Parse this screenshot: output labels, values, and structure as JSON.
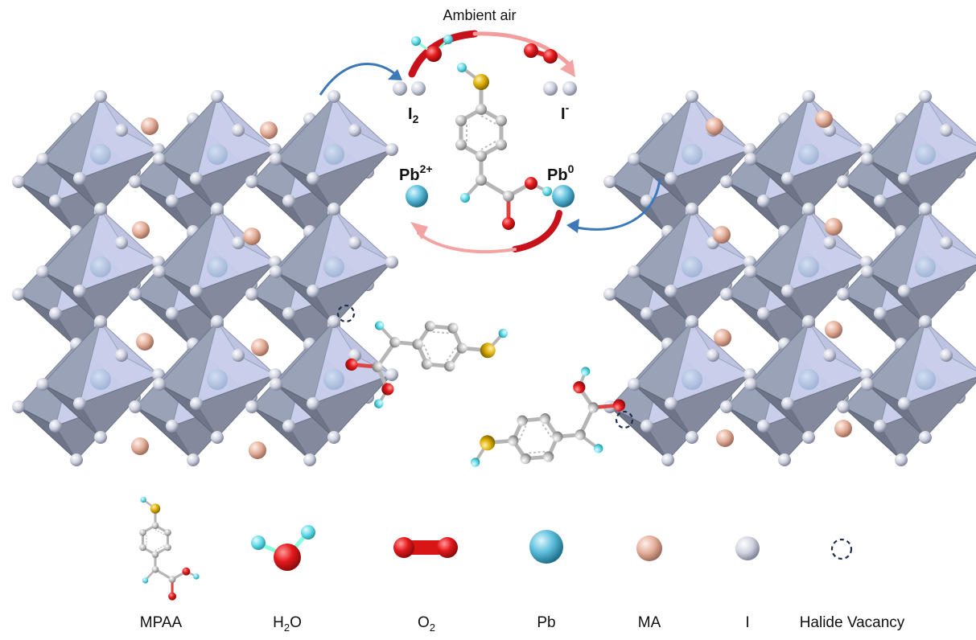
{
  "title": "Ambient air",
  "reaction": {
    "i2_base": "I",
    "i2_sub": "2",
    "iminus_base": "I",
    "iminus_sup": "-",
    "pb2_base": "Pb",
    "pb2_sup": "2+",
    "pb0_base": "Pb",
    "pb0_sup": "0"
  },
  "legend": [
    {
      "key": "mpaa",
      "label": "MPAA"
    },
    {
      "key": "h2o",
      "label_base": "H",
      "label_sub": "2",
      "label_end": "O"
    },
    {
      "key": "o2",
      "label_base": "O",
      "label_sub": "2"
    },
    {
      "key": "pb",
      "label": "Pb"
    },
    {
      "key": "ma",
      "label": "MA"
    },
    {
      "key": "i",
      "label": "I"
    },
    {
      "key": "vacancy",
      "label": "Halide Vacancy"
    }
  ],
  "colors": {
    "octahedron": "#8f97ab",
    "octahedron_light": "#c9cfe6",
    "iodide": "#dfe2ec",
    "ma": "#e6b3a2",
    "pb": "#5bb8d6",
    "oxygen": "#e01f1f",
    "hydrogen": "#62d8e6",
    "sulfur": "#d6a800",
    "carbon": "#c4c4c4",
    "arrow_red": "#c8121b",
    "arrow_pink": "#f2a0a0",
    "arrow_blue": "#3d78b8",
    "vacancy": "#1f2e4a"
  }
}
